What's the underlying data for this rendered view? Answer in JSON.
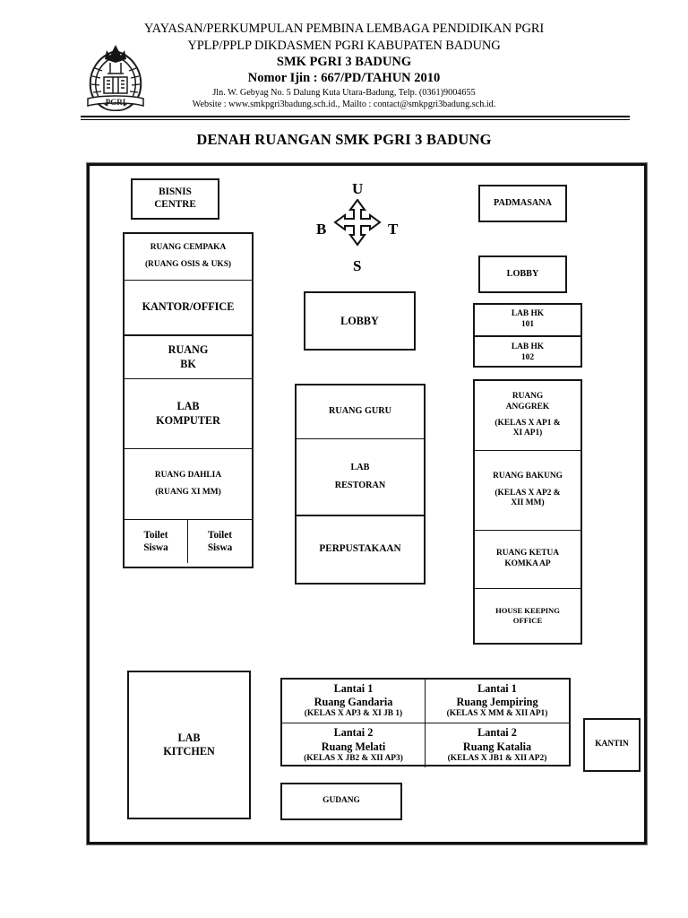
{
  "letterhead": {
    "line1": "YAYASAN/PERKUMPULAN PEMBINA LEMBAGA PENDIDIKAN PGRI",
    "line2": "YPLP/PPLP DIKDASMEN PGRI KABUPATEN BADUNG",
    "line3": "SMK PGRI 3 BADUNG",
    "line4": "Nomor Ijin : 667/PD/TAHUN 2010",
    "line5": "Jln. W. Gebyag No. 5 Dalung Kuta Utara-Badung, Telp. (0361)9004655",
    "line6": "Website : www.smkpgri3badung.sch.id., Mailto : contact@smkpgri3badung.sch.id.",
    "logo_text": "PGRI"
  },
  "plan_title": "DENAH RUANGAN SMK PGRI 3 BADUNG",
  "compass": {
    "north": "U",
    "east": "T",
    "south": "S",
    "west": "B"
  },
  "rooms": {
    "bisnis_centre": {
      "line1": "BISNIS",
      "line2": "CENTRE"
    },
    "ruang_cempaka": {
      "line1": "RUANG CEMPAKA",
      "line2": "(RUANG OSIS & UKS)"
    },
    "kantor_office": {
      "line1": "KANTOR/OFFICE"
    },
    "ruang_bk": {
      "line1": "RUANG",
      "line2": "BK"
    },
    "lab_komputer": {
      "line1": "LAB",
      "line2": "KOMPUTER"
    },
    "ruang_dahlia": {
      "line1": "RUANG DAHLIA",
      "line2": "(RUANG XI MM)"
    },
    "toilet_siswa_1": {
      "line1": "Toilet",
      "line2": "Siswa"
    },
    "toilet_siswa_2": {
      "line1": "Toilet",
      "line2": "Siswa"
    },
    "lab_kitchen": {
      "line1": "LAB",
      "line2": "KITCHEN"
    },
    "lobby_center": {
      "line1": "LOBBY"
    },
    "ruang_guru": {
      "line1": "RUANG GURU"
    },
    "lab_restoran": {
      "line1": "LAB",
      "line2": "RESTORAN"
    },
    "perpustakaan": {
      "line1": "PERPUSTAKAAN"
    },
    "padmasana": {
      "line1": "PADMASANA"
    },
    "lobby_right": {
      "line1": "LOBBY"
    },
    "lab_hk_101": {
      "line1": "LAB HK",
      "line2": "101"
    },
    "lab_hk_102": {
      "line1": "LAB HK",
      "line2": "102"
    },
    "ruang_anggrek": {
      "line1": "RUANG",
      "line2": "ANGGREK",
      "line3": "(KELAS X AP1 &",
      "line4": "XI AP1)"
    },
    "ruang_bakung": {
      "line1": "RUANG BAKUNG",
      "line2": "(KELAS X AP2 &",
      "line3": "XII MM)"
    },
    "ruang_ketua_komka": {
      "line1": "RUANG KETUA",
      "line2": "KOMKA AP"
    },
    "house_keeping": {
      "line1": "HOUSE KEEPING",
      "line2": "OFFICE"
    },
    "ruang_gandaria": {
      "line1": "Lantai 1",
      "line2": "Ruang Gandaria",
      "line3": "(KELAS X AP3 & XI JB 1)"
    },
    "ruang_jempiring": {
      "line1": "Lantai 1",
      "line2": "Ruang Jempiring",
      "line3": "(KELAS X MM & XII AP1)"
    },
    "ruang_melati": {
      "line1": "Lantai 2",
      "line2": "Ruang Melati",
      "line3": "(KELAS X JB2 & XII AP3)"
    },
    "ruang_katalia": {
      "line1": "Lantai 2",
      "line2": "Ruang Katalia",
      "line3": "(KELAS X JB1 & XII AP2)"
    },
    "gudang": {
      "line1": "GUDANG"
    },
    "kantin": {
      "line1": "KANTIN"
    }
  },
  "colors": {
    "ink": "#000000",
    "border": "#151515",
    "frame": "#111111",
    "paper": "#ffffff"
  }
}
